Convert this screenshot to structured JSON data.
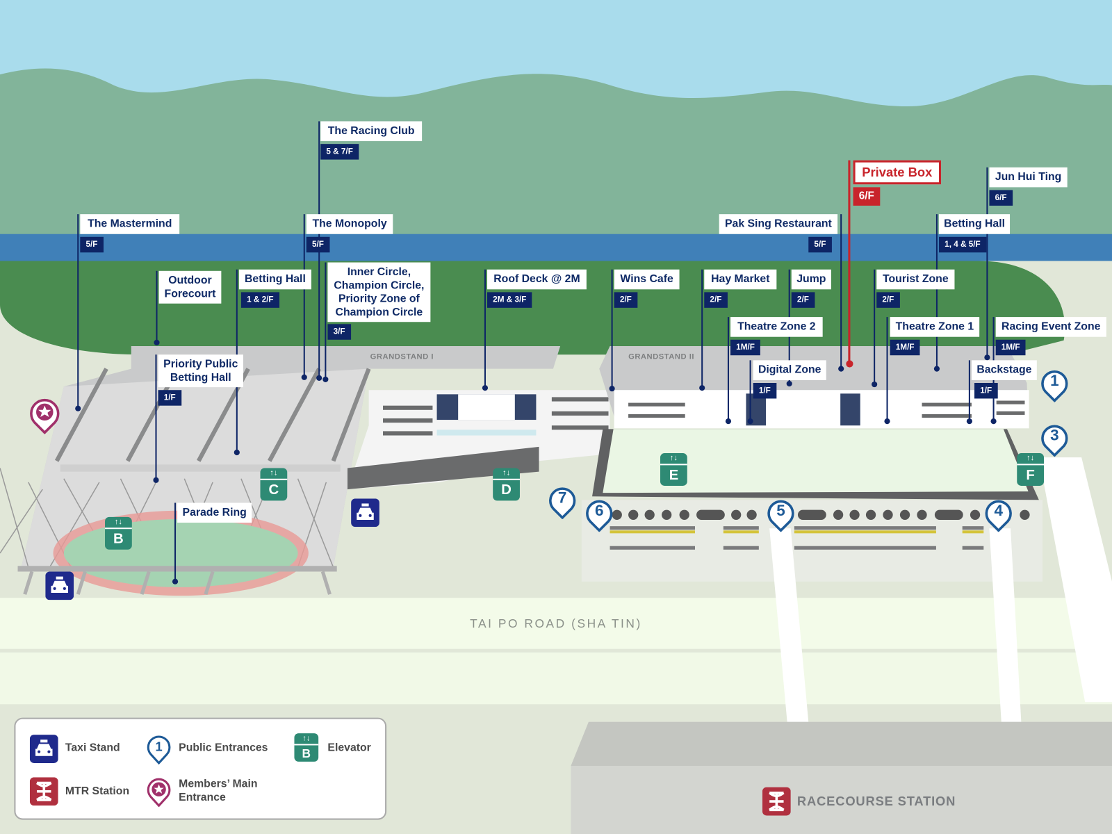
{
  "labels": [
    {
      "name": "The Mastermind",
      "floor": "5/F"
    },
    {
      "name": "The Racing Club",
      "floor": "5 & 7/F"
    },
    {
      "name": "The Monopoly",
      "floor": "5/F"
    },
    {
      "name": "Outdoor Forecourt",
      "floor": null
    },
    {
      "name": "Betting Hall",
      "floor": "1 & 2/F"
    },
    {
      "name": "Inner Circle, Champion Circle, Priority Zone of Champion Circle",
      "floor": "3/F"
    },
    {
      "name": "Priority Public Betting Hall",
      "floor": "1/F"
    },
    {
      "name": "Parade Ring",
      "floor": null
    },
    {
      "name": "Roof Deck @ 2M",
      "floor": "2M & 3/F"
    },
    {
      "name": "Wins Cafe",
      "floor": "2/F"
    },
    {
      "name": "Hay Market",
      "floor": "2/F"
    },
    {
      "name": "Jump",
      "floor": "2/F"
    },
    {
      "name": "Theatre Zone 2",
      "floor": "1M/F"
    },
    {
      "name": "Digital Zone",
      "floor": "1/F"
    },
    {
      "name": "Pak Sing Restaurant",
      "floor": "5/F"
    },
    {
      "name": "Private Box",
      "floor": "6/F",
      "highlight": true
    },
    {
      "name": "Jun Hui Ting",
      "floor": "6/F"
    },
    {
      "name": "Betting Hall",
      "floor": "1, 4 & 5/F"
    },
    {
      "name": "Tourist Zone",
      "floor": "2/F"
    },
    {
      "name": "Theatre Zone 1",
      "floor": "1M/F"
    },
    {
      "name": "Racing Event Zone",
      "floor": "1M/F"
    },
    {
      "name": "Backstage",
      "floor": "1/F"
    }
  ],
  "buildings": {
    "grandstand_1": "GRANDSTAND I",
    "grandstand_2": "GRANDSTAND II"
  },
  "road": "TAI PO ROAD (SHA TIN)",
  "station": "RACECOURSE STATION",
  "entrances": [
    "1",
    "3",
    "4",
    "5",
    "6",
    "7"
  ],
  "elevators": [
    "B",
    "C",
    "D",
    "E",
    "F"
  ],
  "elevator_arrows": "↑↓",
  "legend": {
    "taxi": "Taxi Stand",
    "entrance": "Public Entrances",
    "entrance_sample": "1",
    "elevator": "Elevator",
    "elevator_sample": "B",
    "mtr": "MTR Station",
    "members": "Members’ Main Entrance"
  },
  "colors": {
    "navy": "#0e2566",
    "highlight": "#c8242b",
    "entrance": "#1d5a97",
    "elevator": "#2e8a74",
    "taxi": "#1f2a8c",
    "mtr": "#b0303f",
    "members": "#a0306a"
  }
}
